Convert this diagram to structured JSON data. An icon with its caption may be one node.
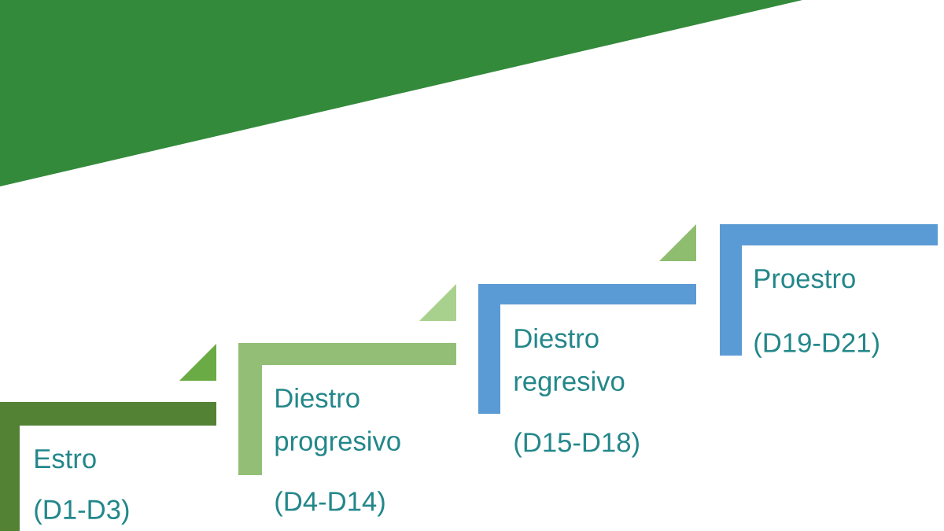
{
  "diagram": {
    "nodes": [
      {
        "text": [
          "Estro",
          "(D1-D3)"
        ]
      },
      {
        "text": [
          "Diestro progresivo",
          "(D4-D14)"
        ]
      },
      {
        "text": [
          "Diestro regresivo",
          "(D15-D18)"
        ]
      },
      {
        "text": [
          "Proestro",
          "(D19-D21)"
        ]
      }
    ]
  }
}
